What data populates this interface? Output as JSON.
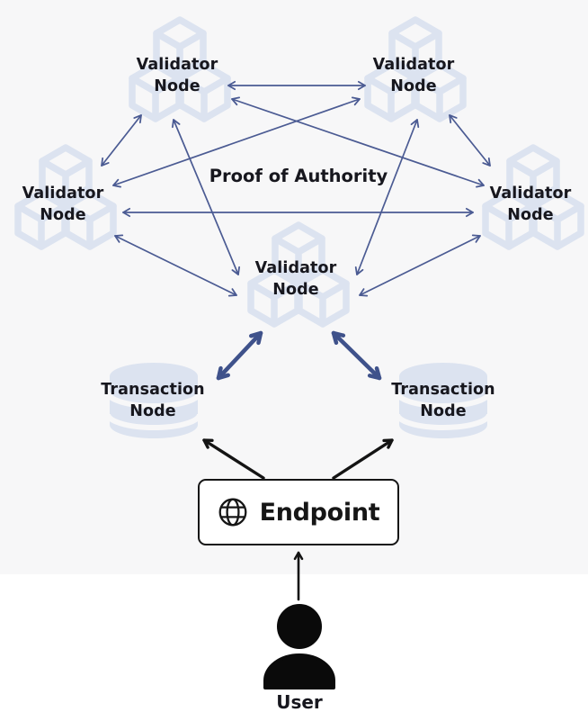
{
  "palette": {
    "canvas_bg": "#f7f7f8",
    "page_bg": "#ffffff",
    "mesh_arrow": "#4b5b93",
    "sync_arrow": "#3f528b",
    "flow_arrow": "#141414",
    "icon_fill": "#dce3f0",
    "text_color": "#17171e",
    "endpoint_border": "#161616",
    "endpoint_bg": "#ffffff"
  },
  "labels": {
    "center_caption": "Proof of Authority",
    "validator_nodes": [
      {
        "id": "top-left",
        "label": "Validator Node"
      },
      {
        "id": "top-right",
        "label": "Validator Node"
      },
      {
        "id": "left",
        "label": "Validator Node"
      },
      {
        "id": "right",
        "label": "Validator Node"
      },
      {
        "id": "center",
        "label": "Validator Node"
      }
    ],
    "transaction_nodes": [
      {
        "id": "left",
        "label": "Transaction Node"
      },
      {
        "id": "right",
        "label": "Transaction Node"
      }
    ],
    "endpoint": "Endpoint",
    "user": "User"
  }
}
